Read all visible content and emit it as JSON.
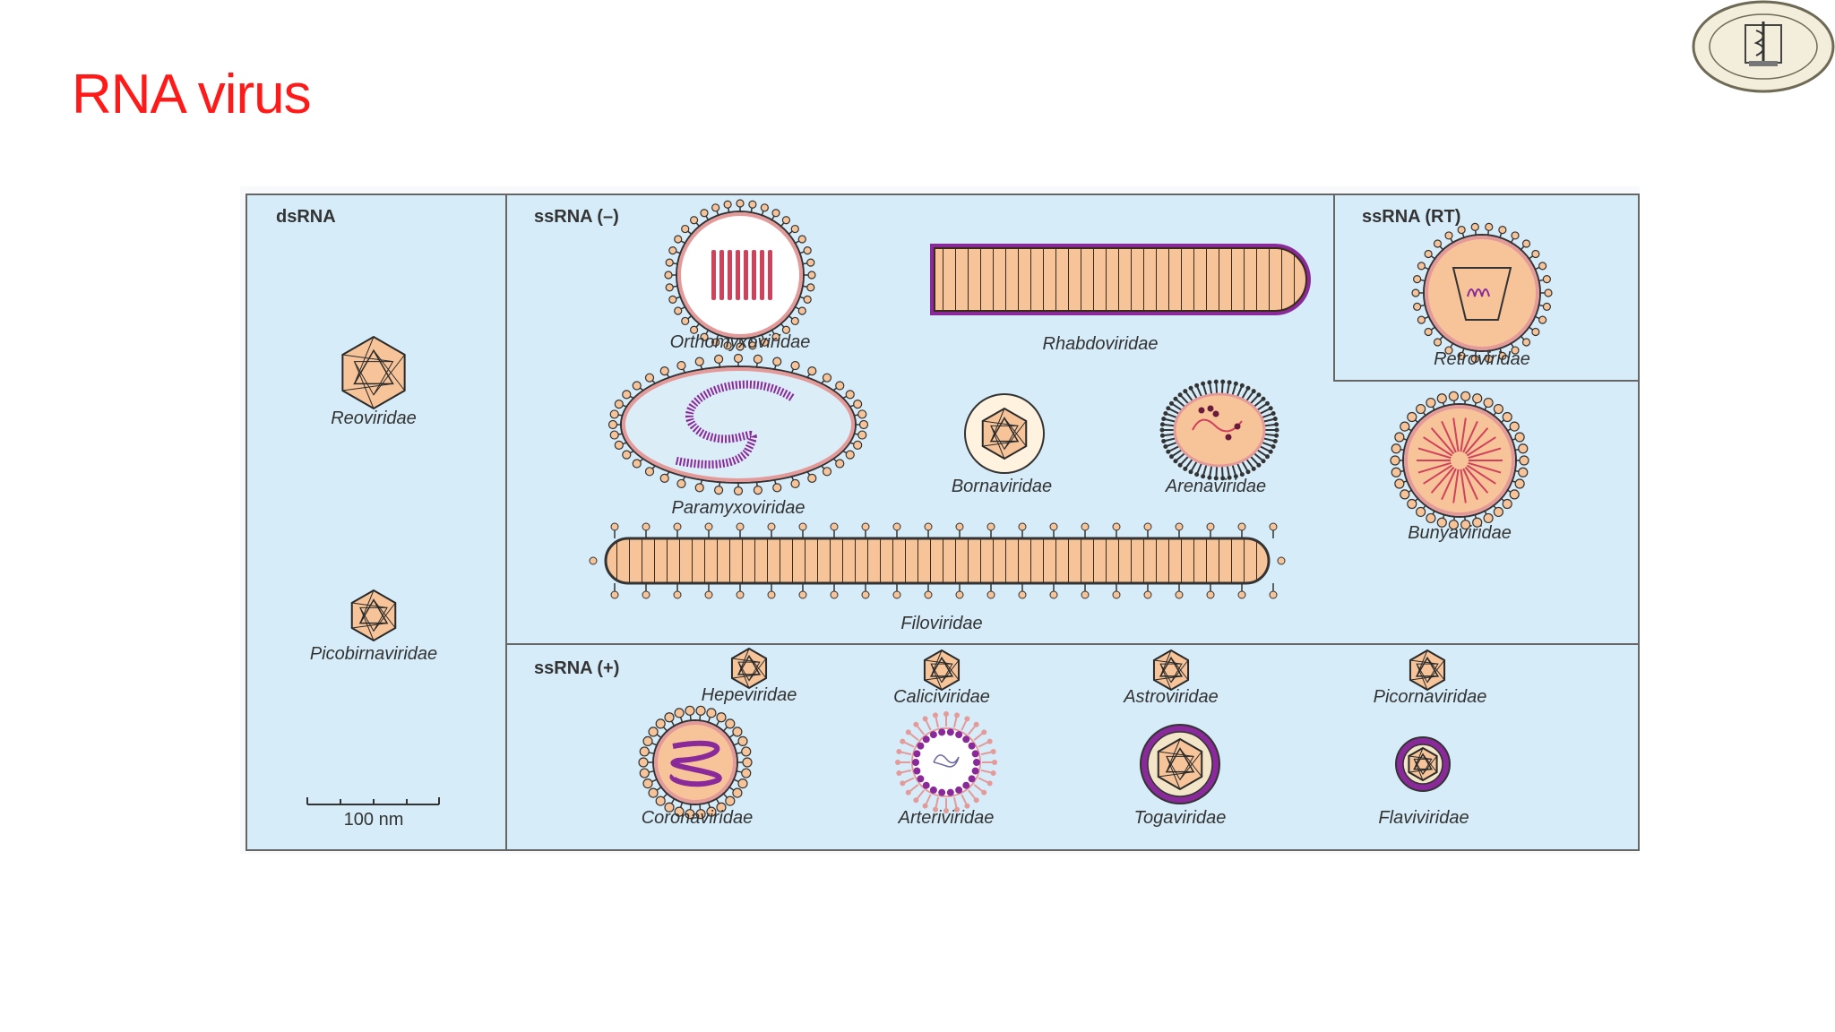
{
  "slide": {
    "title": "RNA virus"
  },
  "diagram": {
    "headers": {
      "dsrna": "dsRNA",
      "ssrna_neg": "ssRNA (–)",
      "ssrna_rt": "ssRNA (RT)",
      "ssrna_pos": "ssRNA (+)"
    },
    "families": {
      "reoviridae": "Reoviridae",
      "picobirnaviridae": "Picobirnaviridae",
      "orthomyxoviridae": "Orthomyxoviridae",
      "rhabdoviridae": "Rhabdoviridae",
      "retroviridae": "Retroviridae",
      "paramyxoviridae": "Paramyxoviridae",
      "bornaviridae": "Bornaviridae",
      "arenaviridae": "Arenaviridae",
      "bunyaviridae": "Bunyaviridae",
      "filoviridae": "Filoviridae",
      "hepeviridae": "Hepeviridae",
      "caliciviridae": "Caliciviridae",
      "astroviridae": "Astroviridae",
      "picornaviridae": "Picornaviridae",
      "coronaviridae": "Coronaviridae",
      "arteriviridae": "Arteriviridae",
      "togaviridae": "Togaviridae",
      "flaviviridae": "Flaviviridae"
    },
    "scale_bar": "100 nm"
  },
  "colors": {
    "title": "#ff1a1a",
    "panel_fill": "#d6ecf8",
    "capsid_fill": "#f7c49a",
    "envelope": "#e59a9a",
    "nucleic_purple": "#8a2a9a",
    "nucleic_pink": "#d0425c"
  }
}
